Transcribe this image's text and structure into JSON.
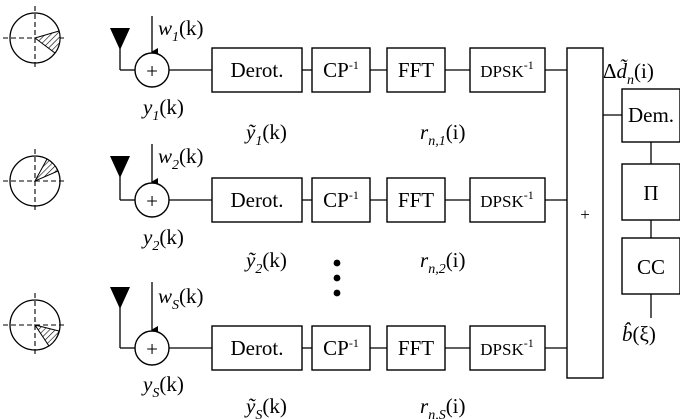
{
  "branches": [
    {
      "noise": {
        "base": "w",
        "sub": "1",
        "arg": "(k)"
      },
      "received": {
        "base": "y",
        "sub": "1",
        "arg": "(k)"
      },
      "derotated": {
        "base": "ỹ",
        "sub": "1",
        "arg": "(k)"
      },
      "fft_out": {
        "base": "r",
        "sub": "n,1",
        "arg": "(i)"
      }
    },
    {
      "noise": {
        "base": "w",
        "sub": "2",
        "arg": "(k)"
      },
      "received": {
        "base": "y",
        "sub": "2",
        "arg": "(k)"
      },
      "derotated": {
        "base": "ỹ",
        "sub": "2",
        "arg": "(k)"
      },
      "fft_out": {
        "base": "r",
        "sub": "n,2",
        "arg": "(i)"
      }
    },
    {
      "noise": {
        "base": "w",
        "sub": "S",
        "arg": "(k)"
      },
      "received": {
        "base": "y",
        "sub": "S",
        "arg": "(k)"
      },
      "derotated": {
        "base": "ỹ",
        "sub": "S",
        "arg": "(k)"
      },
      "fft_out": {
        "base": "r",
        "sub": "n,S",
        "arg": "(i)"
      }
    }
  ],
  "blocks": {
    "adder": "+",
    "derot": "Derot.",
    "cp_inv": {
      "base": "CP",
      "sup": "-1"
    },
    "fft": "FFT",
    "dpsk_inv": {
      "base": "DPSK",
      "sup": "-1"
    },
    "combiner": "+",
    "dem": "Dem.",
    "interleaver": "Π",
    "cc": "CC"
  },
  "combiner_output": {
    "prefix": "Δ",
    "base": "d̃",
    "sub": "n",
    "arg": "(i)"
  },
  "decoded_output": {
    "base": "b̂",
    "arg": "(ξ)"
  }
}
